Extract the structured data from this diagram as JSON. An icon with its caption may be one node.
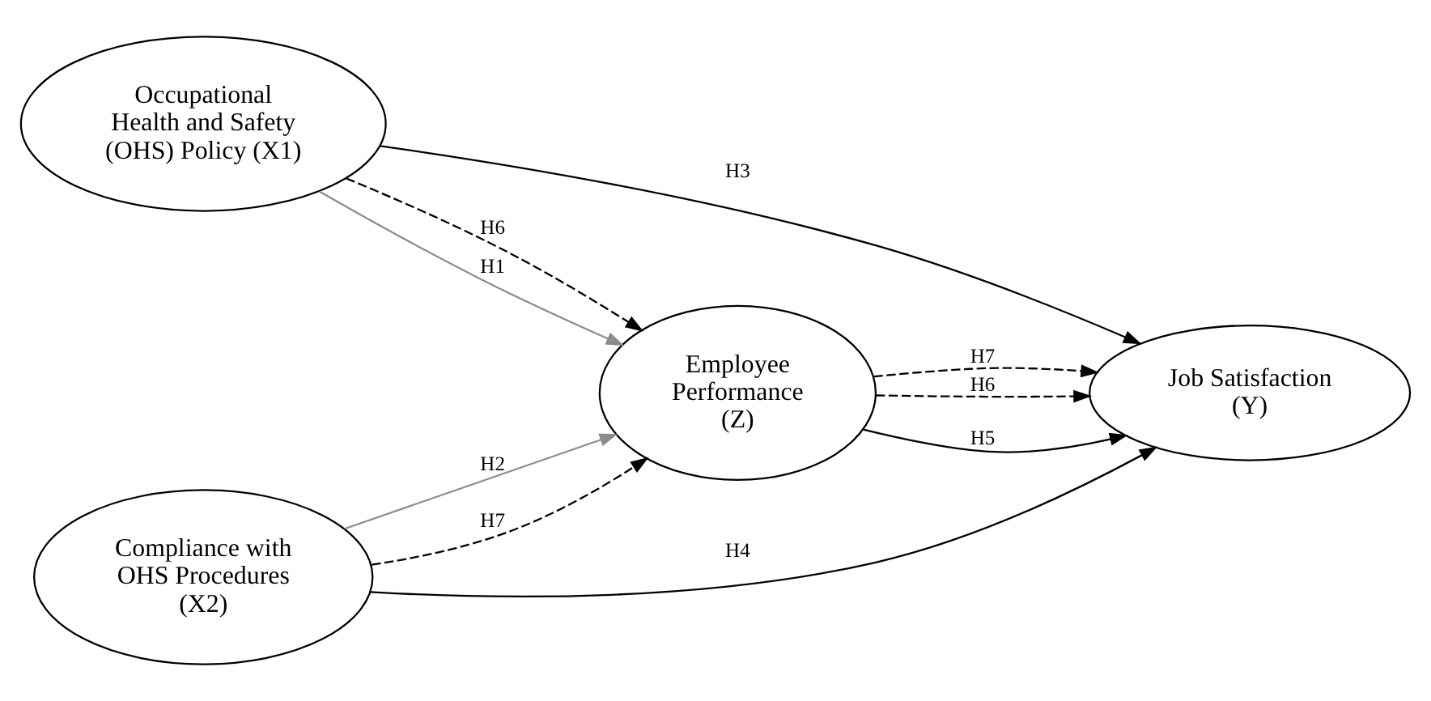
{
  "diagram": {
    "nodes": [
      {
        "text": [
          "Occupational Health and Safety (OHS) Policy (X1)"
        ]
      },
      {
        "text": [
          "Compliance with OHS Procedures (X2)"
        ]
      },
      {
        "text": [
          "Employee Performance (Z)"
        ]
      },
      {
        "text": [
          "Job Satisfaction (Y)"
        ]
      }
    ],
    "edges": [
      {
        "from": 0,
        "to": 3,
        "arrow": "to",
        "label": "H3"
      },
      {
        "from": 0,
        "to": 2,
        "arrow": "to",
        "label": "H6",
        "style": "dashed"
      },
      {
        "from": 0,
        "to": 2,
        "arrow": "to",
        "label": "H1",
        "color": "#8c8c8c"
      },
      {
        "from": 1,
        "to": 2,
        "arrow": "to",
        "label": "H2",
        "color": "#8c8c8c"
      },
      {
        "from": 1,
        "to": 2,
        "arrow": "to",
        "label": "H7",
        "style": "dashed"
      },
      {
        "from": 1,
        "to": 3,
        "arrow": "to",
        "label": "H4"
      },
      {
        "from": 2,
        "to": 3,
        "arrow": "to",
        "label": "H6",
        "style": "dashed"
      },
      {
        "from": 2,
        "to": 3,
        "arrow": "to",
        "label": "H5"
      },
      {
        "from": 2,
        "to": 3,
        "arrow": "to",
        "label": "H7",
        "style": "dashed"
      }
    ]
  }
}
